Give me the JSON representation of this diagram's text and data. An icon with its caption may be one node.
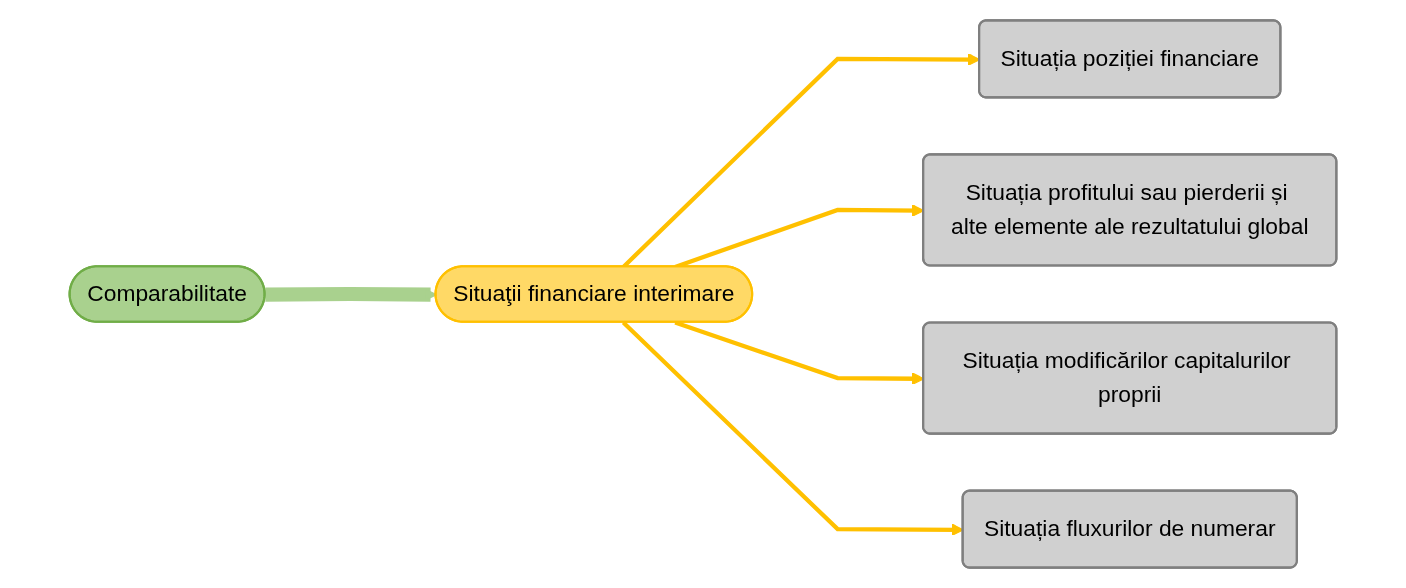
{
  "diagram": {
    "nodes": [
      {
        "text": [
          "Situația poziției financiare"
        ]
      },
      {
        "text": [
          "Situația profitului sau pierderii și alte elemente ale rezultatului global"
        ]
      },
      {
        "text": [
          "Comparabilitate"
        ]
      },
      {
        "text": [
          "Situaţii financiare interimare"
        ]
      },
      {
        "text": [
          "Situația modificărilor capitalurilor proprii"
        ]
      },
      {
        "text": [
          "Situația fluxurilor de numerar"
        ]
      }
    ],
    "edges": [
      {
        "from": 2,
        "to": 3,
        "arrow": "to",
        "style": "thick",
        "color": "#a9d18e"
      },
      {
        "from": 3,
        "to": 0,
        "arrow": "to"
      },
      {
        "from": 3,
        "to": 1,
        "arrow": "to"
      },
      {
        "from": 3,
        "to": 4,
        "arrow": "to"
      },
      {
        "from": 3,
        "to": 5,
        "arrow": "to"
      }
    ]
  }
}
